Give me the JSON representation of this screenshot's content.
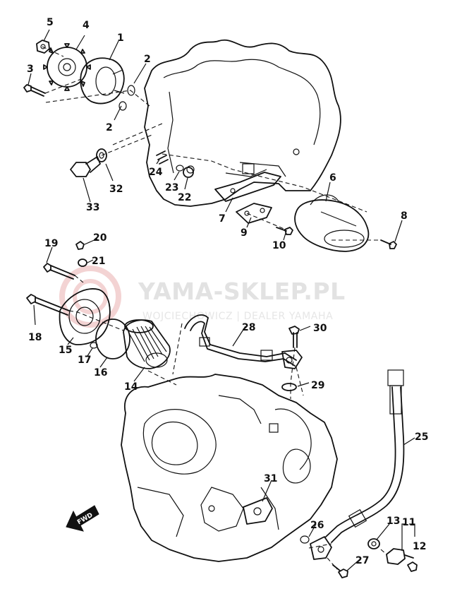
{
  "watermark": {
    "title": "YAMA-SKLEP.PL",
    "subtitle": "WOJCIECHOWICZ | DEALER YAMAHA"
  },
  "direction_marker": {
    "text": "FWD"
  },
  "parts": [
    {
      "label": "1"
    },
    {
      "label": "2"
    },
    {
      "label": "2"
    },
    {
      "label": "3"
    },
    {
      "label": "4"
    },
    {
      "label": "5"
    },
    {
      "label": "6"
    },
    {
      "label": "7"
    },
    {
      "label": "8"
    },
    {
      "label": "9"
    },
    {
      "label": "10"
    },
    {
      "label": "11"
    },
    {
      "label": "12"
    },
    {
      "label": "13"
    },
    {
      "label": "14"
    },
    {
      "label": "15"
    },
    {
      "label": "16"
    },
    {
      "label": "17"
    },
    {
      "label": "18"
    },
    {
      "label": "19"
    },
    {
      "label": "20"
    },
    {
      "label": "21"
    },
    {
      "label": "22"
    },
    {
      "label": "23"
    },
    {
      "label": "24"
    },
    {
      "label": "25"
    },
    {
      "label": "26"
    },
    {
      "label": "27"
    },
    {
      "label": "28"
    },
    {
      "label": "29"
    },
    {
      "label": "30"
    },
    {
      "label": "31"
    },
    {
      "label": "32"
    },
    {
      "label": "33"
    }
  ]
}
